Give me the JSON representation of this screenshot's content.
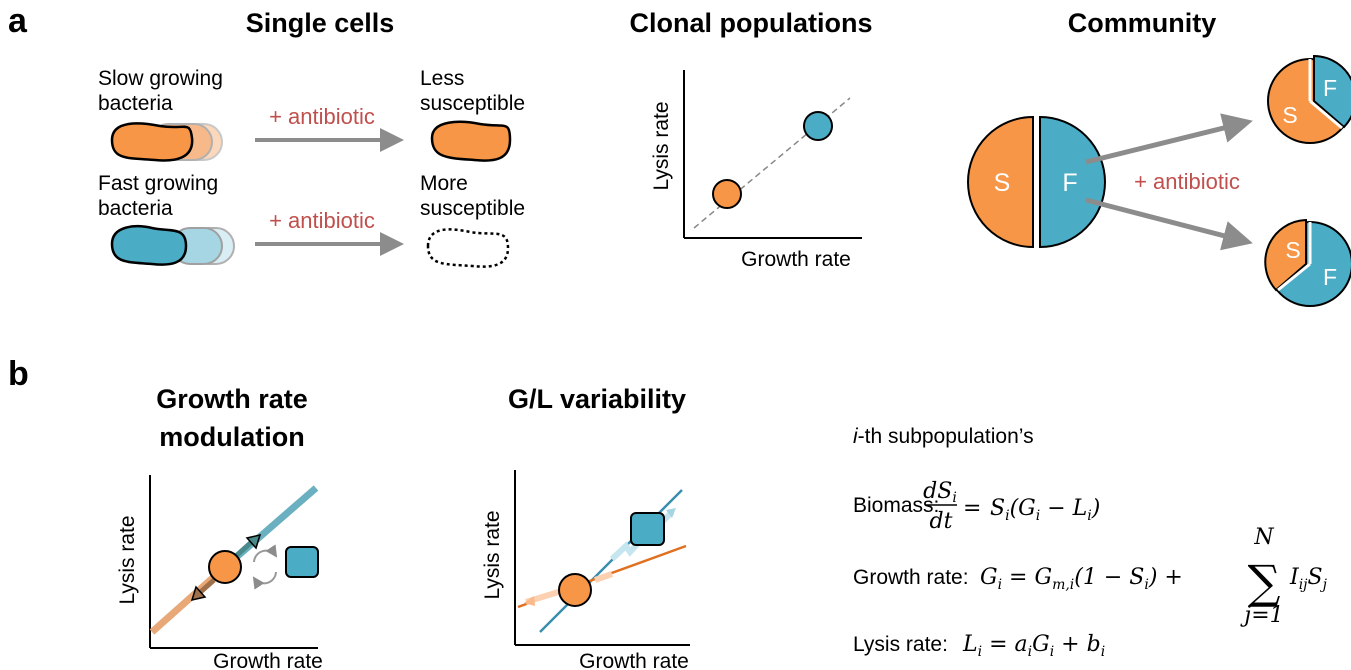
{
  "colors": {
    "orange": "#f79646",
    "blue": "#4bacc6",
    "red_text": "#c0504d",
    "arrow_gray": "#8c8c8c"
  },
  "panel_a": {
    "letter": "a",
    "single_cells": {
      "title": "Single cells",
      "slow_label_line1": "Slow growing",
      "slow_label_line2": "bacteria",
      "fast_label_line1": "Fast growing",
      "fast_label_line2": "bacteria",
      "antibiotic_top": "+ antibiotic",
      "antibiotic_bottom": "+ antibiotic",
      "less_line1": "Less",
      "less_line2": "susceptible",
      "more_line1": "More",
      "more_line2": "susceptible"
    },
    "clonal": {
      "title": "Clonal populations",
      "ylabel": "Lysis rate",
      "xlabel": "Growth rate"
    },
    "community": {
      "title": "Community",
      "antibiotic": "+ antibiotic",
      "big_S": "S",
      "big_F": "F",
      "top_S": "S",
      "top_F": "F",
      "bottom_S": "S",
      "bottom_F": "F"
    }
  },
  "panel_b": {
    "letter": "b",
    "growth_mod": {
      "title_line1": "Growth rate",
      "title_line2": "modulation",
      "ylabel": "Lysis rate",
      "xlabel": "Growth rate"
    },
    "gl_var": {
      "title": "G/L variability",
      "ylabel": "Lysis rate",
      "xlabel": "Growth rate"
    },
    "equations": {
      "header_italic": "i",
      "header_rest": "-th subpopulation’s",
      "biomass_label": "Biomass:",
      "growth_label": "Growth rate:",
      "lysis_label": "Lysis rate:"
    }
  }
}
